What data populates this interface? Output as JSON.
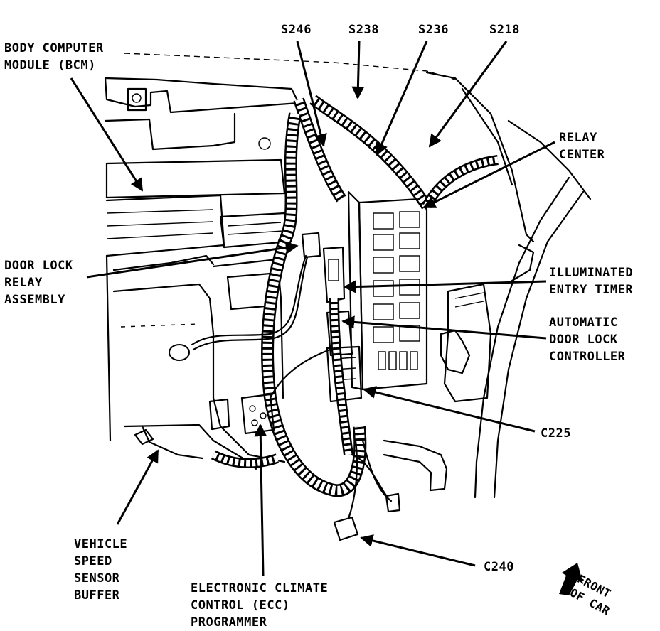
{
  "labels": {
    "bcm": "BODY COMPUTER\nMODULE (BCM)",
    "s246": "S246",
    "s238": "S238",
    "s236": "S236",
    "s218": "S218",
    "relay_center": "RELAY\nCENTER",
    "door_lock_relay": "DOOR LOCK\nRELAY\nASSEMBLY",
    "illuminated_entry_timer": "ILLUMINATED\nENTRY TIMER",
    "auto_door_lock": "AUTOMATIC\nDOOR LOCK\nCONTROLLER",
    "c225": "C225",
    "vss_buffer": "VEHICLE\nSPEED\nSENSOR\nBUFFER",
    "ecc_programmer": "ELECTRONIC CLIMATE\nCONTROL (ECC)\nPROGRAMMER",
    "c240": "C240",
    "front_of_car": "FRONT\nOF CAR"
  }
}
